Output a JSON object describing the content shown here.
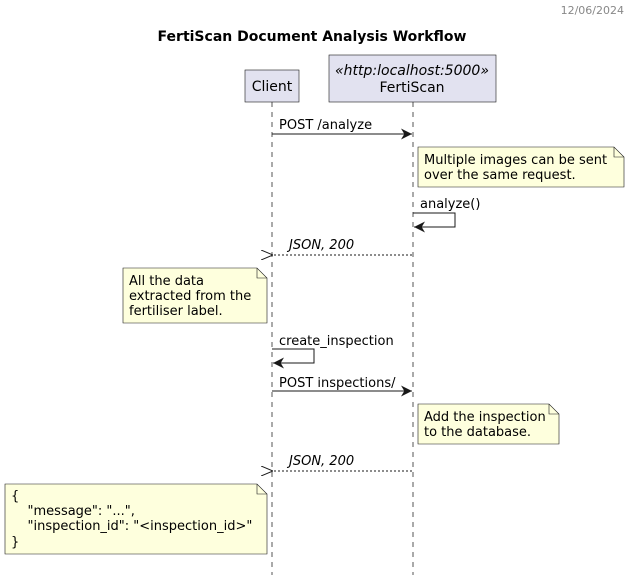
{
  "header": {
    "date": "12/06/2024"
  },
  "title": "FertiScan Document Analysis Workflow",
  "participants": [
    {
      "label": "Client",
      "stereotype": ""
    },
    {
      "label": "FertiScan",
      "stereotype": "«http:localhost:5000»"
    }
  ],
  "messages": [
    {
      "label": "POST /analyze"
    },
    {
      "label": "analyze()"
    },
    {
      "label": "JSON, 200"
    },
    {
      "label": "create_inspection"
    },
    {
      "label": "POST inspections/"
    },
    {
      "label": "JSON, 200"
    }
  ],
  "notes": [
    {
      "lines": [
        "Multiple images can be sent",
        "over the same request."
      ]
    },
    {
      "lines": [
        "All the data",
        "extracted from the",
        "fertiliser label."
      ]
    },
    {
      "lines": [
        "Add the inspection",
        "to the database."
      ]
    },
    {
      "lines": [
        "{",
        "    \"message\": \"...\",",
        "    \"inspection_id\": \"<inspection_id>\"",
        "}"
      ]
    }
  ],
  "colors": {
    "participant_fill": "#E2E2F0",
    "note_fill": "#FEFFDD",
    "border": "#181818",
    "lifeline": "#555555",
    "header_text": "#888888"
  }
}
